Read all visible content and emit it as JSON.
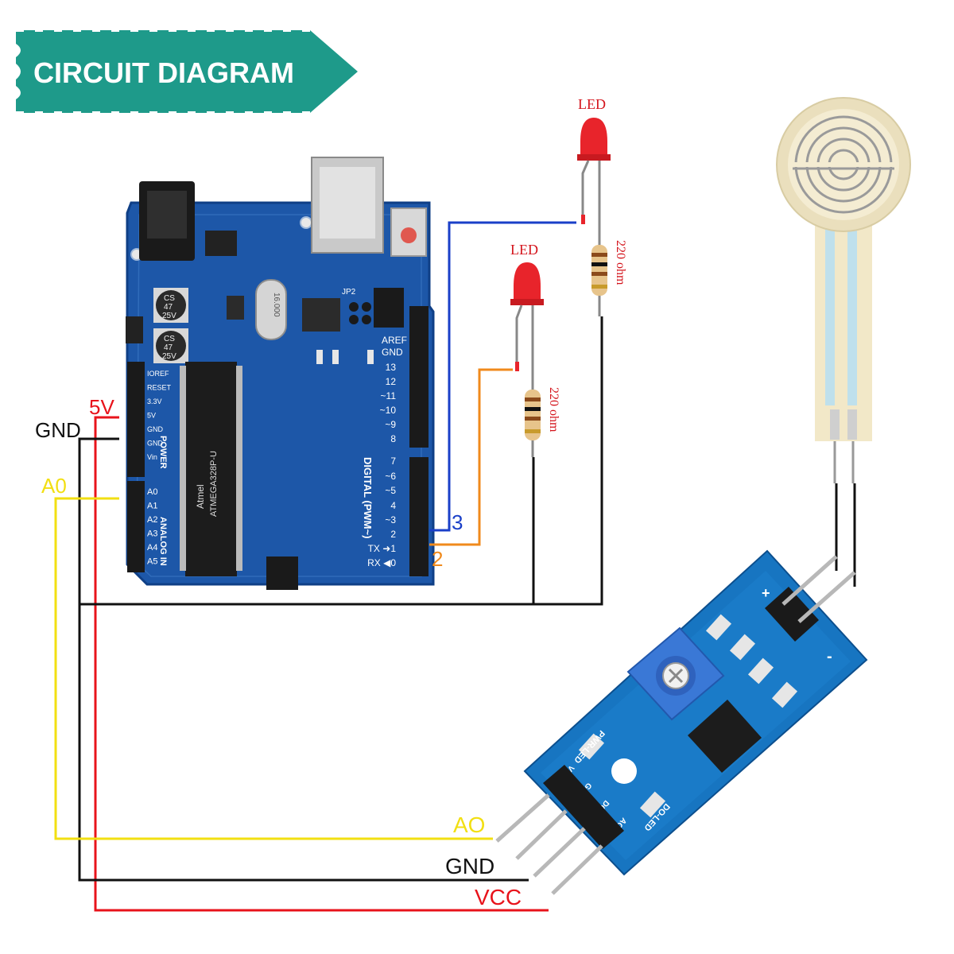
{
  "banner": {
    "title": "CIRCUIT DIAGRAM",
    "color": "#1e9a8a"
  },
  "arduino": {
    "cap_label_1": "CS",
    "cap_label_2": "47",
    "cap_label_3": "25V",
    "crystal": "16.000",
    "jp2": "JP2",
    "chip_brand": "Atmel",
    "chip_model": "ATMEGA328P-U",
    "aref": "AREF",
    "gnd_top": "GND",
    "digital_label": "DIGITAL (PWM~)",
    "power_label": "POWER",
    "analog_label": "ANALOG IN",
    "digital_pins": [
      "13",
      "12",
      "~11",
      "~10",
      "~9",
      "8",
      "7",
      "~6",
      "~5",
      "4",
      "~3",
      "2",
      "TX ➜1",
      "RX ◀0"
    ],
    "power_pins": [
      "IOREF",
      "RESET",
      "3.3V",
      "5V",
      "GND",
      "GND",
      "Vin"
    ],
    "analog_pins": [
      "A0",
      "A1",
      "A2",
      "A3",
      "A4",
      "A5"
    ]
  },
  "wires": {
    "label_5v": "5V",
    "label_gnd_left": "GND",
    "label_a0": "A0",
    "label_pin3": "3",
    "label_pin2": "2",
    "label_ao": "AO",
    "label_gnd_bottom": "GND",
    "label_vcc": "VCC",
    "colors": {
      "red": "#e8131b",
      "black": "#111111",
      "yellow": "#f2df12",
      "blue": "#1a3fc8",
      "orange": "#f08a1c"
    }
  },
  "leds": [
    {
      "label": "LED",
      "resistor": "220 ohm"
    },
    {
      "label": "LED",
      "resistor": "220 ohm"
    }
  ],
  "module": {
    "pins": [
      "VCC",
      "GND",
      "DO",
      "AO"
    ],
    "power_led": "PWR-LED",
    "do_led": "DO-LED",
    "plus": "+",
    "minus": "-"
  }
}
